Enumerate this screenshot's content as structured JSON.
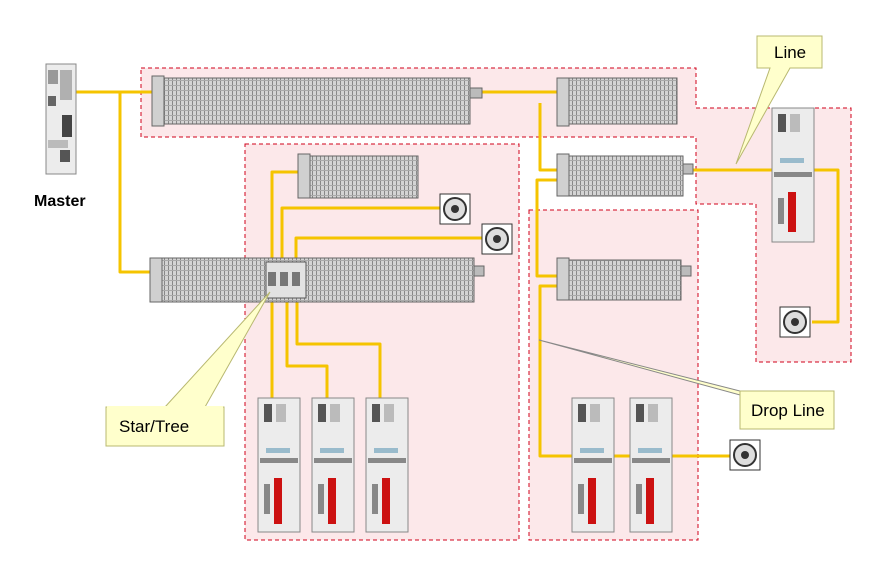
{
  "labels": {
    "master": "Master",
    "line": "Line",
    "star_tree": "Star/Tree",
    "drop_line": "Drop Line"
  },
  "colors": {
    "cable": "#f5c400",
    "zone_fill": "#fce8ea",
    "zone_border": "#d0021b",
    "callout_fill": "#ffffcc",
    "callout_border": "#b8b870",
    "module_body": "#cfcfcf",
    "module_grid": "#7a7a7a",
    "drive_body": "#ececec",
    "drive_accent": "#cc1111"
  }
}
